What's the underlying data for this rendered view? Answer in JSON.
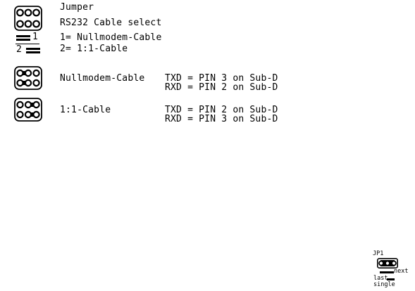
{
  "legend": {
    "title": "Jumper",
    "subtitle": "RS232 Cable select",
    "option1": "1= Nullmodem-Cable",
    "option2": "2= 1:1-Cable",
    "marker1": "1",
    "marker2": "2"
  },
  "rows": [
    {
      "name": "Nullmodem-Cable",
      "line1": "TXD = PIN 3 on Sub-D",
      "line2": "RXD = PIN 2 on Sub-D"
    },
    {
      "name": "1:1-Cable",
      "line1": "TXD = PIN 2 on Sub-D",
      "line2": "RXD = PIN 3 on Sub-D"
    }
  ],
  "jp1": {
    "label": "JP1",
    "next": "next",
    "last": "last",
    "single": "single"
  },
  "colors": {
    "ink": "#000000",
    "background": "#ffffff"
  }
}
